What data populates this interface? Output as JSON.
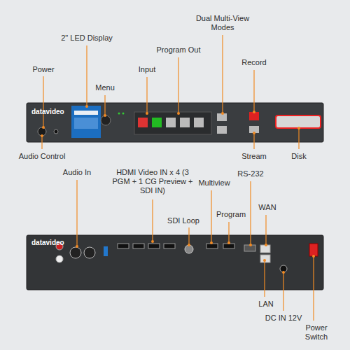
{
  "diagram": {
    "labels": [
      "Power",
      "2\" LED Display",
      "Menu",
      "Input",
      "Program Out",
      "Dual Multi-View Modes",
      "Record",
      "Stream",
      "Disk",
      "Audio Control",
      "Audio In",
      "HDMI Video IN x 4 (3 PGM + 1 CG Preview + SDI IN)",
      "SDI Loop",
      "Multiview",
      "Program",
      "RS-232",
      "WAN",
      "LAN",
      "DC IN 12V",
      "Power Switch",
      "datavideo",
      "datavideo"
    ]
  }
}
